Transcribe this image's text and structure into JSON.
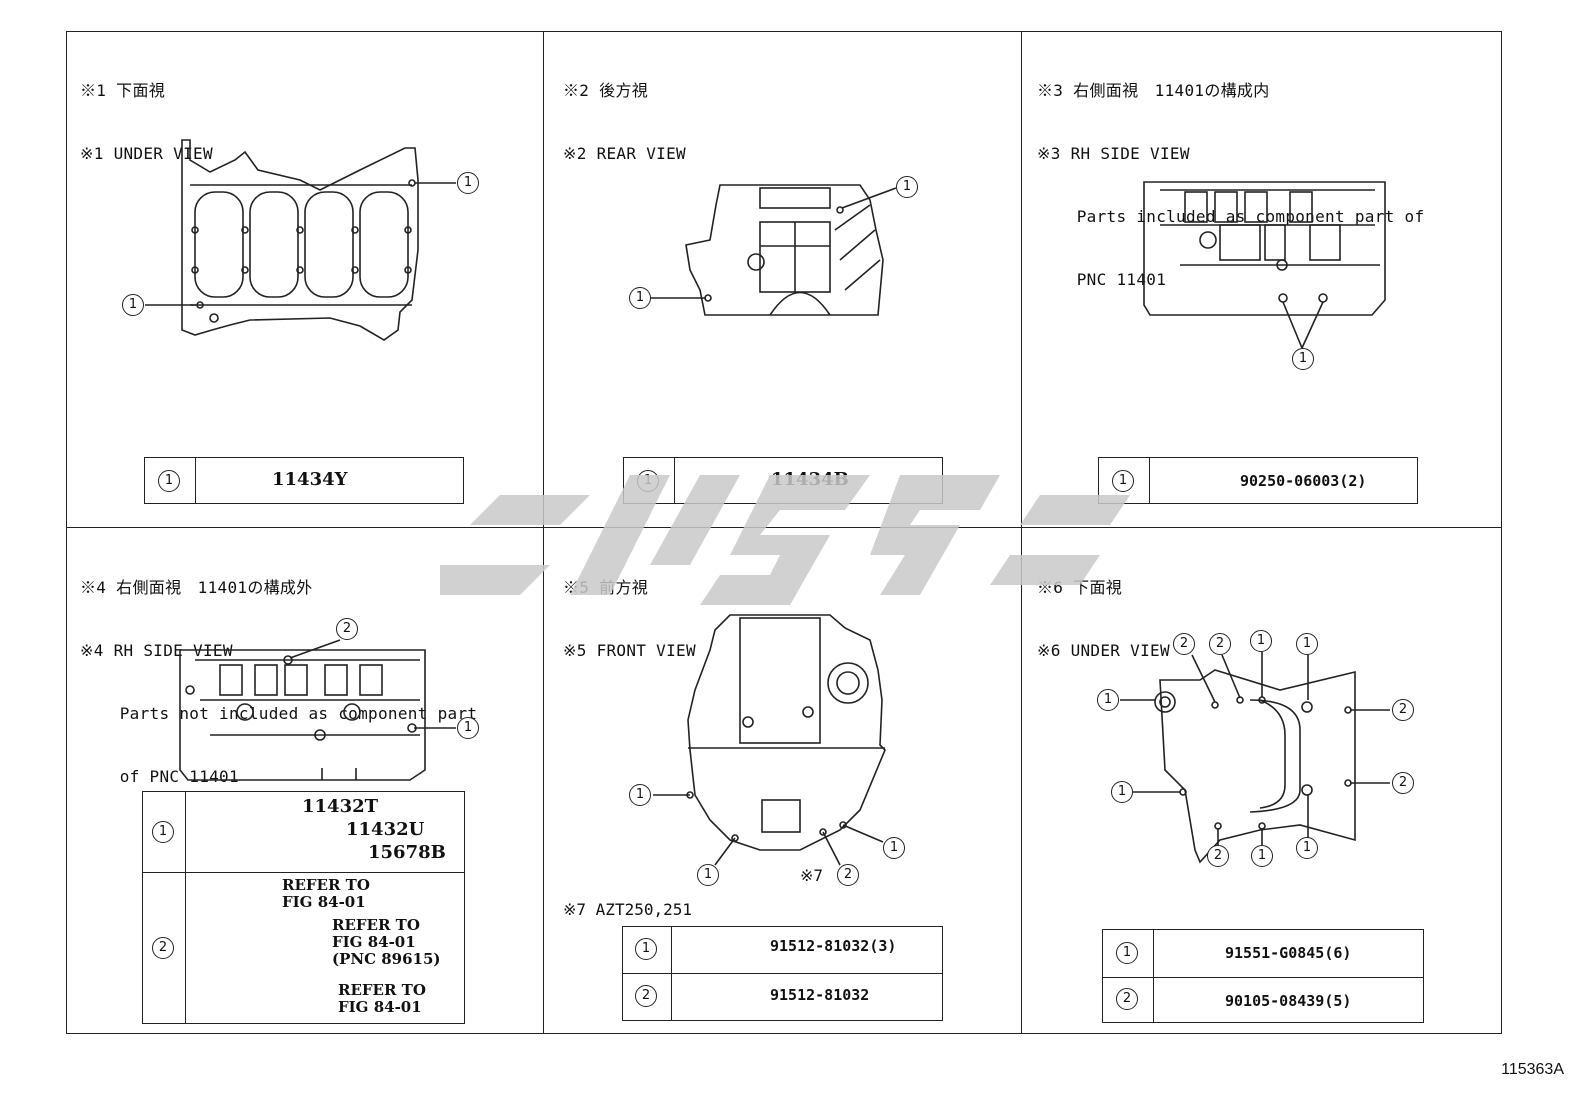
{
  "panels": [
    {
      "id": "p1",
      "lines": [
        "※1 下面視",
        "※1 UNDER VIEW"
      ],
      "callouts": [
        "1",
        "1"
      ],
      "parts": [
        {
          "no": "1",
          "part": "11434Y"
        }
      ]
    },
    {
      "id": "p2",
      "lines": [
        "※2 後方視",
        "※2 REAR VIEW"
      ],
      "callouts": [
        "1",
        "1"
      ],
      "parts": [
        {
          "no": "1",
          "part": "11434B"
        }
      ]
    },
    {
      "id": "p3",
      "lines": [
        "※3 右側面視　11401の構成内",
        "※3 RH SIDE VIEW",
        "    Parts included as component part of",
        "    PNC 11401"
      ],
      "callouts": [
        "1"
      ],
      "parts": [
        {
          "no": "1",
          "part": "90250-06003(2)"
        }
      ]
    },
    {
      "id": "p4",
      "lines": [
        "※4 右側面視　11401の構成外",
        "※4 RH SIDE VIEW",
        "    Parts not included as component part",
        "    of PNC 11401"
      ],
      "callouts": [
        "2",
        "1"
      ],
      "parts": [
        {
          "no": "1",
          "items": [
            "11432T",
            "11432U",
            "15678B"
          ]
        },
        {
          "no": "2",
          "items": [
            "REFER TO\nFIG 84-01",
            "REFER TO\nFIG 84-01\n(PNC 89615)",
            "REFER TO\nFIG 84-01"
          ]
        }
      ]
    },
    {
      "id": "p5",
      "lines": [
        "※5 前方視",
        "※5 FRONT VIEW"
      ],
      "callouts": [
        "1",
        "1",
        "2",
        "1"
      ],
      "callout_note": "※7",
      "note": "※7 AZT250,251",
      "parts": [
        {
          "no": "1",
          "part": "91512-81032(3)"
        },
        {
          "no": "2",
          "part": "91512-81032"
        }
      ]
    },
    {
      "id": "p6",
      "lines": [
        "※6 下面視",
        "※6 UNDER VIEW"
      ],
      "callouts": [
        "2",
        "2",
        "1",
        "1",
        "1",
        "2",
        "1",
        "2",
        "2",
        "1",
        "1"
      ],
      "parts": [
        {
          "no": "1",
          "part": "91551-G0845(6)"
        },
        {
          "no": "2",
          "part": "90105-08439(5)"
        }
      ]
    }
  ],
  "figure_code": "115363A",
  "watermark_color": "#c9c9c9"
}
